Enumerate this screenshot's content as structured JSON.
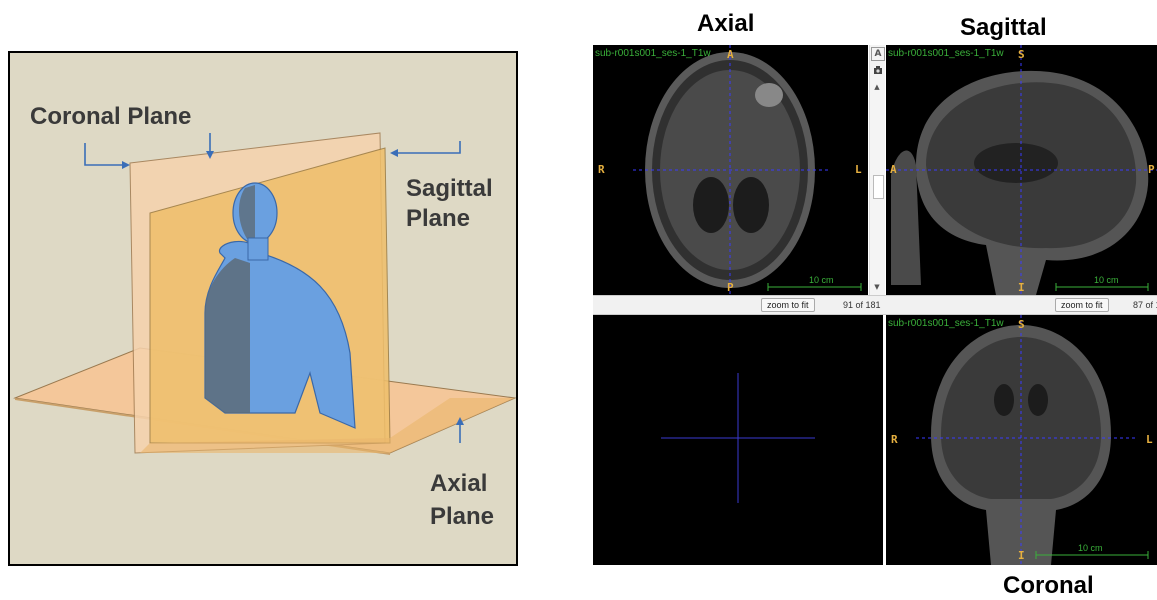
{
  "illustration": {
    "coronal_label": "Coronal Plane",
    "sagittal_label_line1": "Sagittal",
    "sagittal_label_line2": "Plane",
    "axial_label_line1": "Axial",
    "axial_label_line2": "Plane"
  },
  "headers": {
    "axial": "Axial",
    "sagittal": "Sagittal",
    "coronal": "Coronal"
  },
  "viewer": {
    "axial": {
      "filename": "sub-r001s001_ses-1_T1w",
      "orient_top": "A",
      "orient_left": "R",
      "orient_right": "L",
      "orient_bottom": "P",
      "scale": "10 cm",
      "zoom_button": "zoom to fit",
      "slice": "91 of 181"
    },
    "sagittal": {
      "filename": "sub-r001s001_ses-1_T1w",
      "orient_top": "S",
      "orient_left": "A",
      "orient_right": "P",
      "orient_bottom": "I",
      "scale": "10 cm",
      "zoom_button": "zoom to fit",
      "slice": "87 of 1"
    },
    "coronal": {
      "filename": "sub-r001s001_ses-1_T1w",
      "orient_top": "S",
      "orient_left": "R",
      "orient_right": "L",
      "orient_bottom": "I",
      "scale": "10 cm"
    },
    "side_icons": {
      "icon1": "A",
      "icon2": "camera-icon",
      "up": "▲",
      "down": "▼"
    }
  }
}
